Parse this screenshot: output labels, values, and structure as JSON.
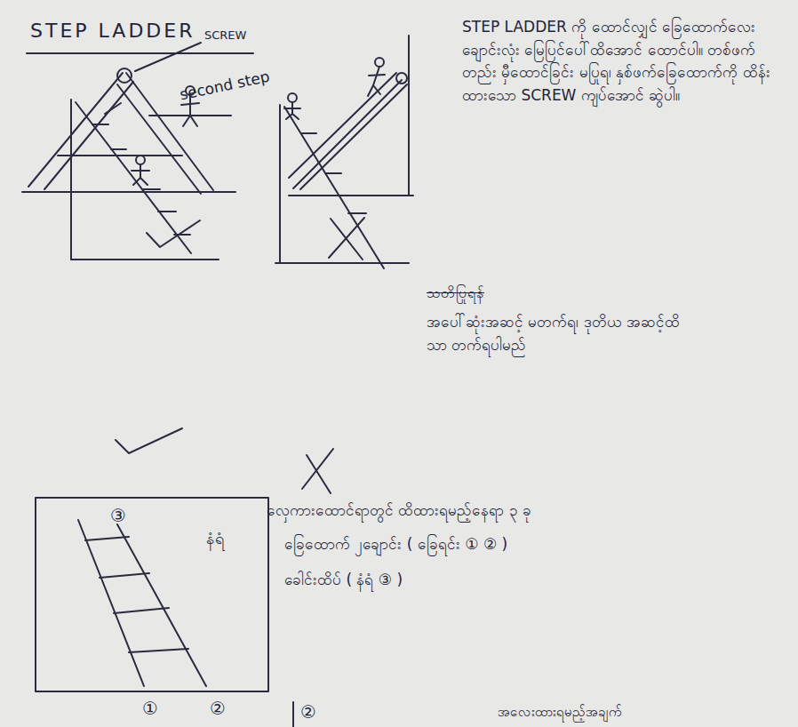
{
  "diagram": {
    "title": "STEP LADDER",
    "labels": [
      "SCREW",
      "second step",
      "③",
      "နံရံ",
      "①",
      "②",
      "②",
      "STEP LADDER ကို ထောင်လျှင် ခြေထောက်လေးချောင်းလုံး မြေပြင်ပေါ်ထိအောင် ထောင်ပါ။ တစ်ဖက်တည်း မှီထောင်ခြင်း မပြုရ၊ နှစ်ဖက်ခြေထောက်ကို ထိန်းထားသော SCREW ကျပ်အောင် ဆွဲပါ။",
      "သတိပြုရန်",
      "အပေါ်ဆုံးအဆင့် မတက်ရ၊ ဒုတိယ အဆင့်ထိသာ တက်ရပါမည်",
      "လှေကားထောင်ရာတွင် ထိထားရမည့်နေရာ ၃ ခု",
      "ခြေထောက် ၂ချောင်း ( ခြေရင်း ① ② )",
      "ခေါင်းထိပ် ( နံရံ ③ )",
      "အလေးထားရမည့်အချက်"
    ]
  }
}
